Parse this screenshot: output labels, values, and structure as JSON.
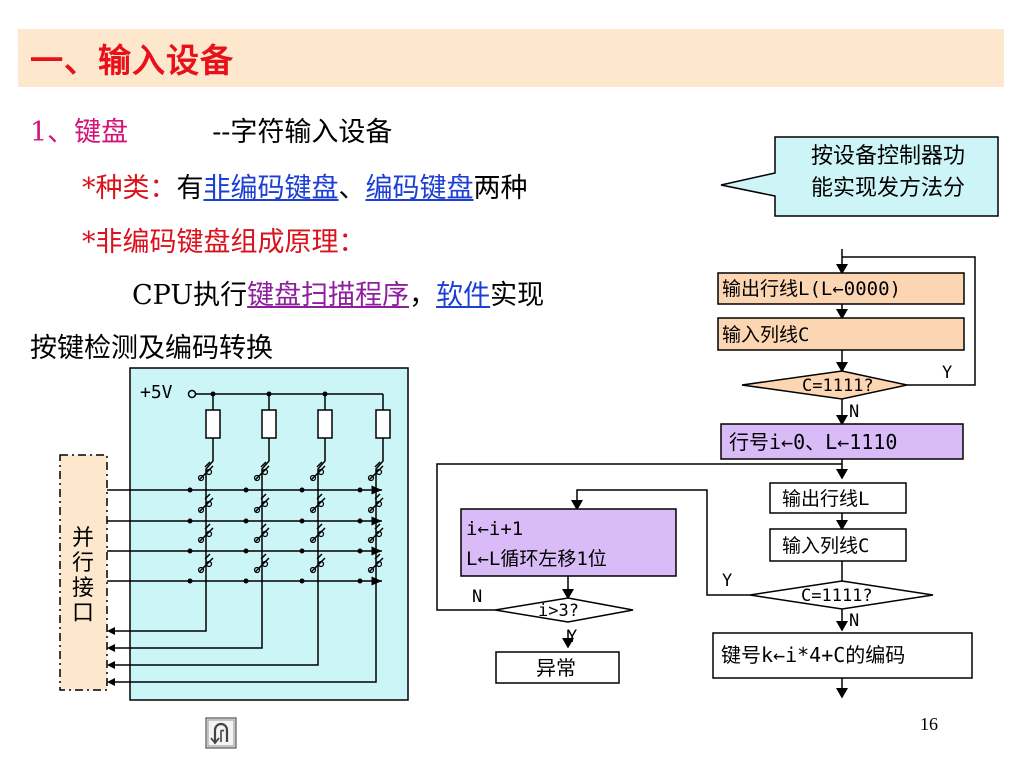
{
  "slide": {
    "title": "一、输入设备",
    "line1": {
      "num": "1、键盘",
      "rest": "--字符输入设备"
    },
    "line2": {
      "prefix": "*种类：",
      "t1": "有",
      "link1": "非编码键盘",
      "sep": "、",
      "link2": "编码键盘",
      "t2": "两种"
    },
    "line3": "*非编码键盘组成原理：",
    "line4": {
      "t1": "CPU执行",
      "link1": "键盘扫描程序",
      "sep": "，",
      "link2": "软件",
      "t2": "实现"
    },
    "line5": "按键检测及编码转换",
    "callout": {
      "line1": "按设备控制器功",
      "line2": "能实现发方法分"
    },
    "page_number": "16"
  },
  "circuit": {
    "supply_label": "+5V",
    "interface_label": [
      "并",
      "行",
      "接",
      "口"
    ]
  },
  "flowchart": {
    "box1": "输出行线L(L←0000)",
    "box2": "输入列线C",
    "dec1": "C=1111?",
    "dec1_yes": "Y",
    "dec1_no": "N",
    "box3": "行号i←0、L←1110",
    "box4": "输出行线L",
    "box5": "输入列线C",
    "dec2": "C=1111?",
    "dec2_yes": "Y",
    "dec2_no": "N",
    "box6": "键号k←i*4+C的编码",
    "box7_line1": "i←i+1",
    "box7_line2": "L←L循环左移1位",
    "dec3": "i>3?",
    "dec3_yes": "Y",
    "dec3_no": "N",
    "box8": "异常"
  },
  "colors": {
    "title_bg": "#fde7cd",
    "title_text": "#e8101a",
    "circuit_bg": "#ccf5f8",
    "flow_orange": "#fcd6b2",
    "flow_purple": "#d9bcf7",
    "callout_bg": "#cdf4f6"
  }
}
